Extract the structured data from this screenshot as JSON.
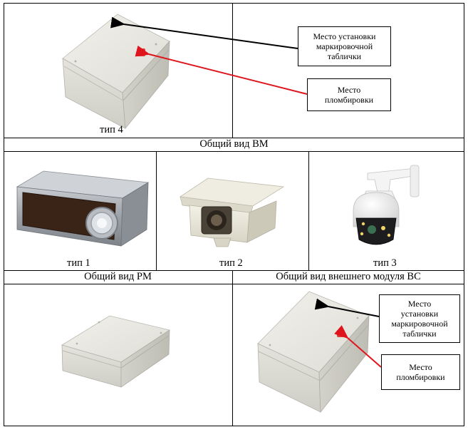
{
  "top": {
    "type_label": "тип 4",
    "section_title": "Общий вид ВМ",
    "callout_mark": [
      "Место установки",
      "маркировочной",
      "таблички"
    ],
    "callout_seal": [
      "Место",
      "пломбировки"
    ]
  },
  "middle": {
    "type1": "тип 1",
    "type2": "тип 2",
    "type3": "тип 3",
    "rm_title": "Общий вид РМ",
    "vs_title": "Общий вид внешнего модуля ВС"
  },
  "bottom": {
    "callout_mark": [
      "Место",
      "установки",
      "маркировочной",
      "таблички"
    ],
    "callout_seal": [
      "Место",
      "пломбировки"
    ]
  },
  "colors": {
    "arrow_mark": "#000000",
    "arrow_seal": "#e0141c",
    "seal_dot": "#e03a34"
  }
}
